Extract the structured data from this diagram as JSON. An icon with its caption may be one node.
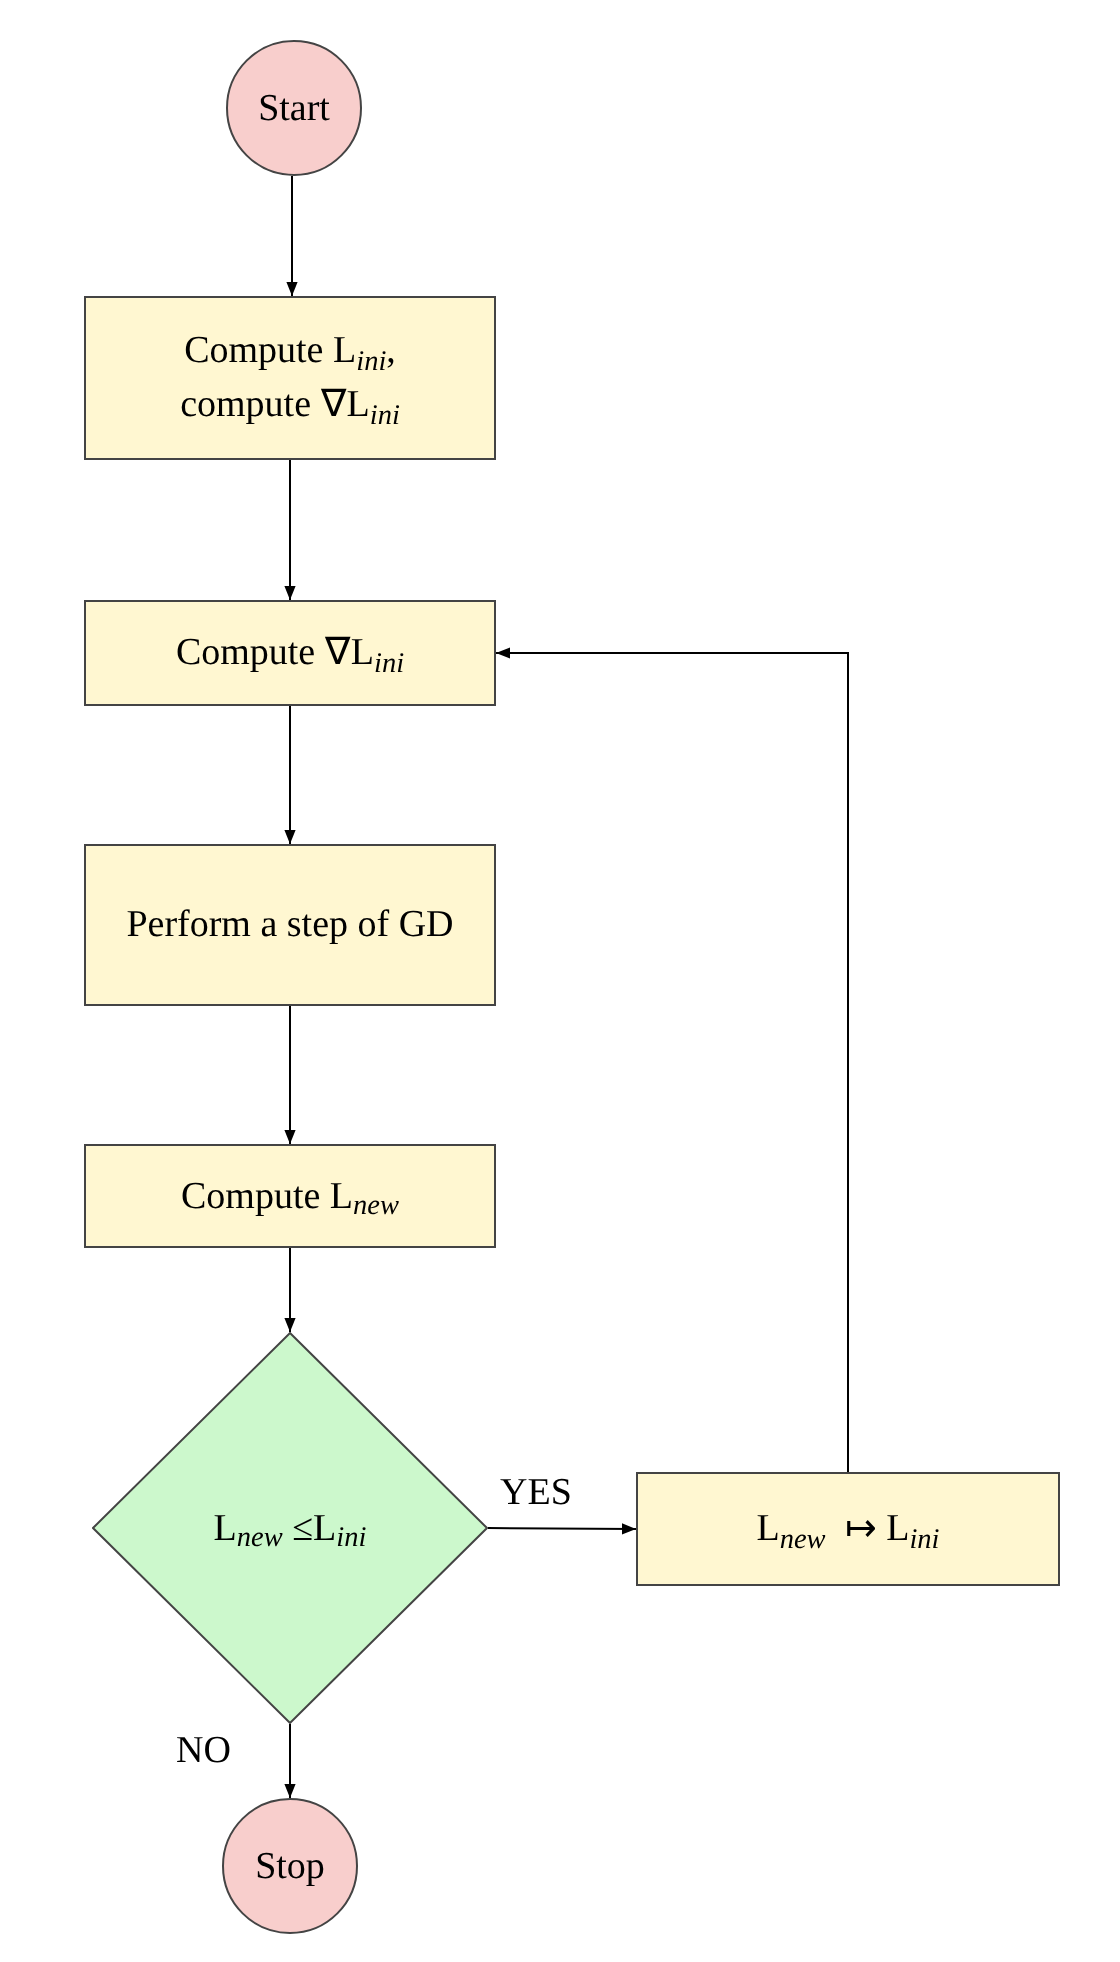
{
  "diagram": {
    "nodes": [
      {
        "text": [
          "Start"
        ]
      },
      {
        "text": [
          "Compute L$_{ini}$, compute ∇L$_{ini}$"
        ]
      },
      {
        "text": [
          "Compute ∇L$_{ini}$"
        ]
      },
      {
        "text": [
          "Perform a step of GD"
        ]
      },
      {
        "text": [
          "Compute L$_{new}$"
        ]
      },
      {
        "text": [
          "L$_{new}$ ≤L$_{ini}$"
        ]
      },
      {
        "text": [
          "L$_{new}$  ↦ L$_{ini}$"
        ]
      },
      {
        "text": [
          "Stop"
        ]
      }
    ],
    "edges": [
      {
        "from": 0,
        "to": 1,
        "arrow": "to"
      },
      {
        "from": 1,
        "to": 2,
        "arrow": "to"
      },
      {
        "from": 2,
        "to": 3,
        "arrow": "to"
      },
      {
        "from": 3,
        "to": 4,
        "arrow": "to"
      },
      {
        "from": 4,
        "to": 5,
        "arrow": "to"
      },
      {
        "from": 5,
        "to": 6,
        "arrow": "to",
        "label": "YES"
      },
      {
        "from": 6,
        "to": 2,
        "arrow": "to"
      },
      {
        "from": 5,
        "to": 7,
        "arrow": "to",
        "label": "NO"
      }
    ]
  }
}
